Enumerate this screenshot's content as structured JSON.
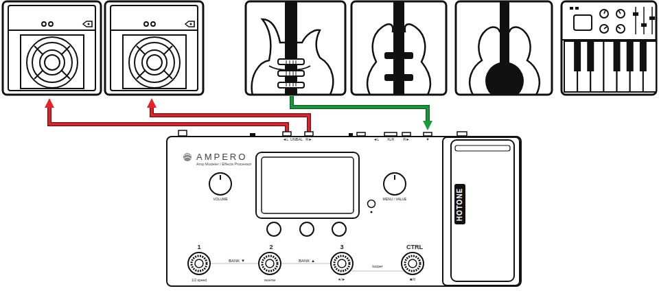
{
  "diagram": {
    "nodes": [
      {
        "text": [
          "AMPERO",
          "Amp Modeler / Effects Processor"
        ]
      },
      {
        "text": [
          "HOTONE"
        ],
        "in": 0
      }
    ],
    "labels": [
      "◄L",
      "UNBAL",
      "R►",
      "◄L",
      "XLR",
      "R►",
      "▼",
      "VOLUME",
      "MENU / VALUE",
      "1",
      "2",
      "3",
      "CTRL",
      "BANK ▼",
      "BANK ▲",
      "1/2 speed",
      "reverse",
      "●/►",
      "looper",
      "■/II"
    ]
  }
}
